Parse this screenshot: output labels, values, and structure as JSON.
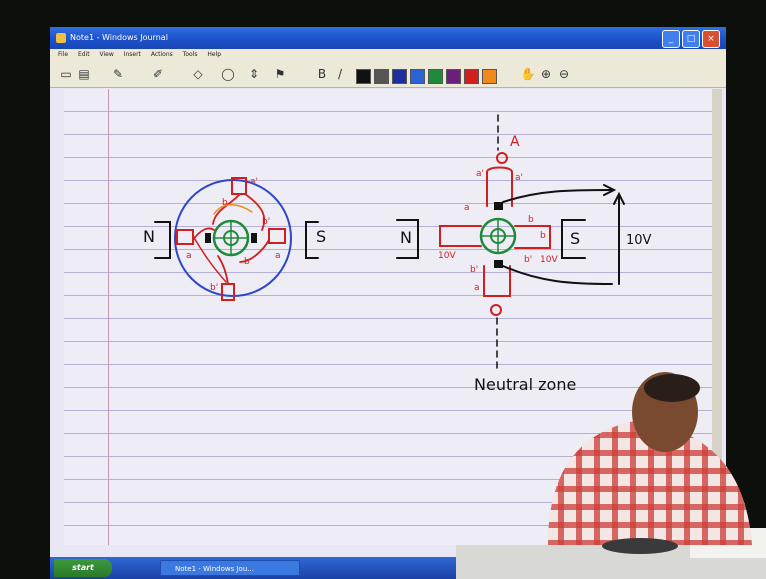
{
  "window": {
    "title": "Note1 - Windows Journal",
    "menu": [
      "File",
      "Edit",
      "View",
      "Insert",
      "Actions",
      "Tools",
      "Help"
    ],
    "min_label": "_",
    "max_label": "□",
    "close_label": "×"
  },
  "toolbar": {
    "colors": [
      "#111111",
      "#555555",
      "#1c2f9c",
      "#2a63d6",
      "#1f8a3a",
      "#6a1f7a",
      "#d11f1f",
      "#f08a1a"
    ]
  },
  "taskbar": {
    "start_label": "start",
    "task_label": "Note1 - Windows Jou..."
  },
  "drawing": {
    "left": {
      "n_label": "N",
      "s_label": "S",
      "coil_labels": [
        "a'",
        "b",
        "a",
        "b'",
        "a",
        "b'",
        "b'"
      ]
    },
    "right": {
      "n_label": "N",
      "s_label": "S",
      "a_label": "A",
      "voltage_label": "10V",
      "neutral_label": "Neutral zone",
      "coil_labels": [
        "a'",
        "a'",
        "a",
        "a",
        "b",
        "b'",
        "b",
        "b'",
        "10V",
        "10V"
      ]
    }
  }
}
